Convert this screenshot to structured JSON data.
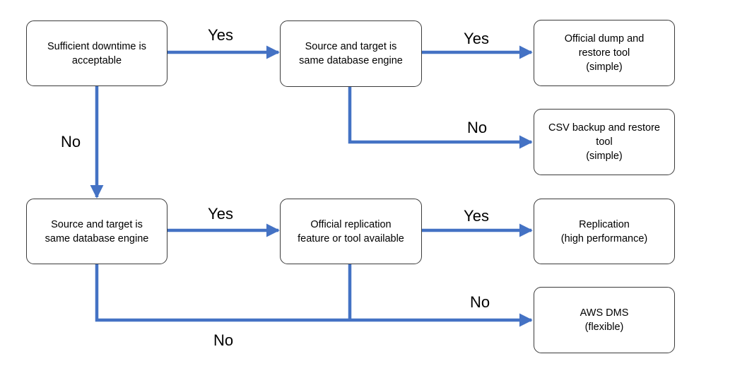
{
  "nodes": {
    "downtime": "Sufficient downtime is\nacceptable",
    "same_engine_top": "Source and target is\nsame database engine",
    "dump_restore": "Official dump and\nrestore tool\n(simple)",
    "csv_backup": "CSV backup and restore\ntool\n(simple)",
    "same_engine_bottom": "Source and target is\nsame database engine",
    "replication_available": "Official replication\nfeature or tool available",
    "replication": "Replication\n(high performance)",
    "aws_dms": "AWS DMS\n(flexible)"
  },
  "edge_labels": {
    "yes_1": "Yes",
    "yes_2": "Yes",
    "no_1": "No",
    "no_2": "No",
    "yes_3": "Yes",
    "yes_4": "Yes",
    "no_3": "No",
    "no_4": "No"
  },
  "colors": {
    "arrow": "#4472c4",
    "border": "#3b3b3b"
  }
}
